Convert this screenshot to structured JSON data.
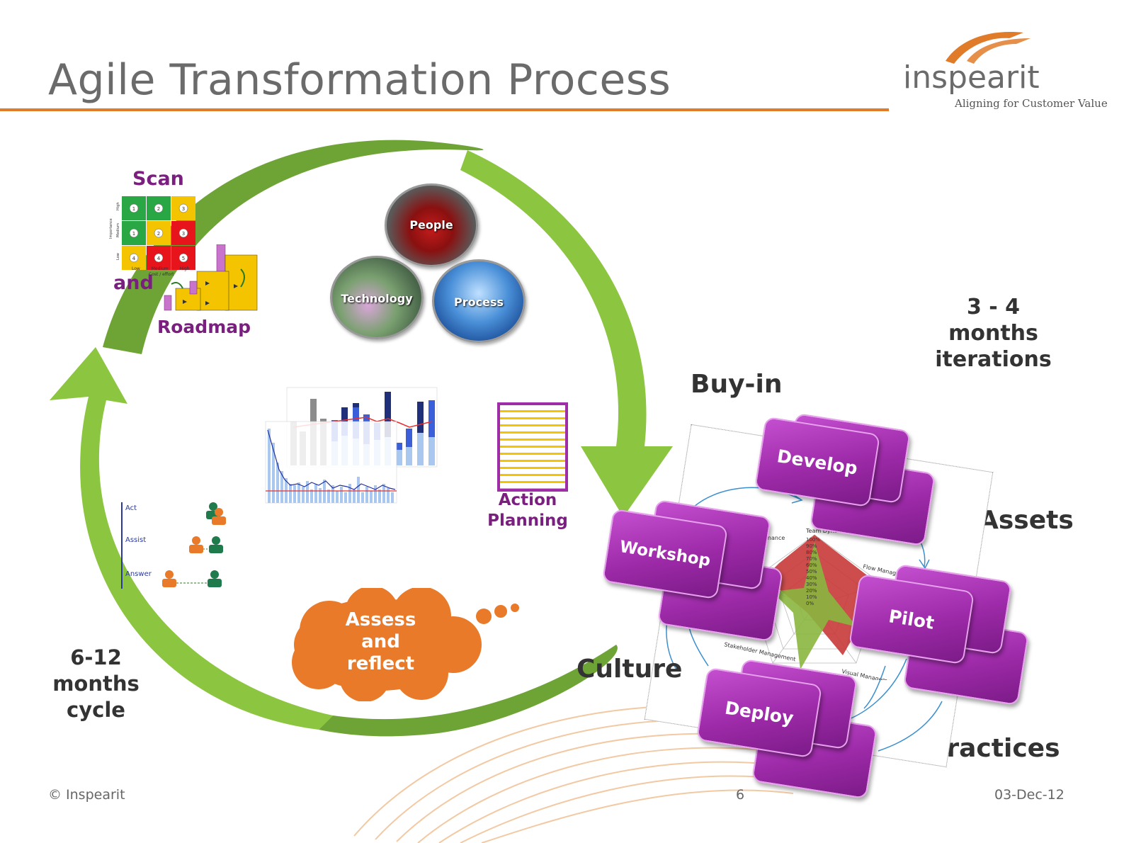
{
  "header": {
    "title": "Agile Transformation Process",
    "logo_word": "inspearit",
    "logo_tagline": "Aligning for Customer Value"
  },
  "left_cycle": {
    "scan_label": "Scan",
    "and_label": "and",
    "roadmap_label": "Roadmap",
    "axis_importance": "Importance",
    "axis_cost": "Cost / effort",
    "grid_levels_y": [
      "High",
      "Medium",
      "Low"
    ],
    "grid_levels_x": [
      "Low",
      "Medium",
      "High"
    ],
    "grid_numbers": [
      "1",
      "2",
      "3",
      "1",
      "2",
      "3",
      "4",
      "4",
      "5"
    ],
    "ppt_labels": [
      "People",
      "Technology",
      "Process"
    ],
    "action_planning": [
      "Action",
      "Planning"
    ],
    "aaa_items": [
      "Act",
      "Assist",
      "Answer"
    ],
    "assess_reflect": [
      "Assess",
      "and",
      "reflect"
    ],
    "cycle_duration": [
      "6-12",
      "months",
      "cycle"
    ]
  },
  "right_cycle": {
    "iteration_duration": [
      "3 - 4",
      "months",
      "iterations"
    ],
    "buy_in": "Buy-in",
    "assets": "Assets",
    "culture": "Culture",
    "practices": "Practices",
    "cards": {
      "develop": "Develop",
      "workshop": "Workshop",
      "pilot": "Pilot",
      "deploy": "Deploy"
    },
    "radar_axes": [
      "Team Dynamics",
      "Flow Management",
      "Visual Management",
      "Stakeholder Management",
      "Governance"
    ],
    "radar_ticks": [
      "100%",
      "90%",
      "80%",
      "70%",
      "60%",
      "50%",
      "40%",
      "30%",
      "20%",
      "10%",
      "0%"
    ]
  },
  "footer": {
    "copyright": "© Inspearit",
    "page_number": "6",
    "date": "03-Dec-12"
  },
  "colors": {
    "accent_orange": "#e07b2a",
    "brand_purple": "#7a1f7f",
    "cycle_green": "#7ab53b",
    "card_purple": "#a42fb0"
  }
}
